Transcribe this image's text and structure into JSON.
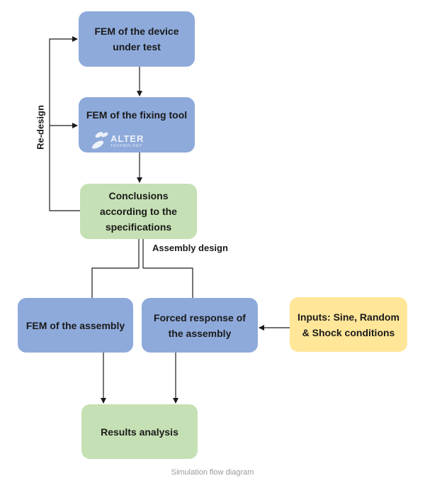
{
  "nodes": {
    "fem_device": "FEM of the device under test",
    "fem_fixing_tool": "FEM of the fixing tool",
    "conclusions": "Conclusions according to the specifications",
    "fem_assembly": "FEM of the assembly",
    "forced_response": "Forced response of the assembly",
    "inputs": "Inputs: Sine, Random & Shock conditions",
    "results": "Results analysis"
  },
  "labels": {
    "redesign": "Re-design",
    "assembly_design": "Assembly design"
  },
  "watermark": {
    "text": "ALTER",
    "subtext": "TECHNOLOGY"
  },
  "caption": "Simulation flow diagram",
  "colors": {
    "blue_box": "#8eaadb",
    "green_box": "#c5e0b4",
    "yellow_box": "#ffe699",
    "line": "#1a1a1a"
  }
}
